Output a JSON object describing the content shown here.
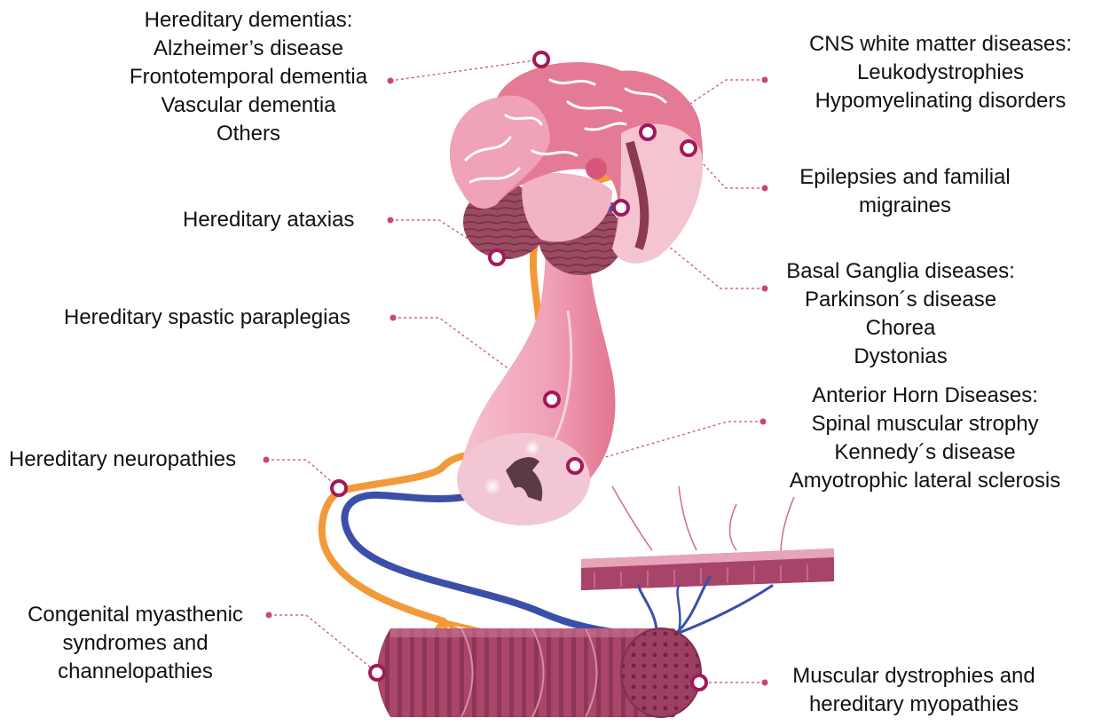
{
  "colors": {
    "brain_base": "#e57a95",
    "brain_dark": "#a84a66",
    "brain_light": "#f3b1c2",
    "cerebellum": "#9b4a62",
    "spinal_cord": "#f0a5b9",
    "grey_matter": "#5b3a45",
    "motor_nerve": "#3c4fa8",
    "sensory_nerve": "#f29a3a",
    "muscle": "#a9466a",
    "muscle_dark": "#7e2f4f",
    "skin": "#c4587c",
    "marker_ring": "#a3185a",
    "connector": "#c9457a"
  },
  "labels": {
    "dementias": {
      "lines": [
        "Hereditary dementias:",
        "Alzheimer’s disease",
        "Frontotemporal dementia",
        "Vascular dementia",
        "Others"
      ]
    },
    "ataxias": {
      "lines": [
        "Hereditary ataxias"
      ]
    },
    "spastic": {
      "lines": [
        "Hereditary spastic paraplegias"
      ]
    },
    "neuropathies": {
      "lines": [
        "Hereditary neuropathies"
      ]
    },
    "myasthenic": {
      "lines": [
        "Congenital myasthenic",
        "syndromes and",
        "channelopathies"
      ]
    },
    "white_matter": {
      "lines": [
        "CNS white matter diseases:",
        "Leukodystrophies",
        "Hypomyelinating disorders"
      ]
    },
    "epilepsies": {
      "lines": [
        "Epilepsies and familial",
        "migraines"
      ]
    },
    "basal": {
      "lines": [
        "Basal Ganglia diseases:",
        "Parkinson´s disease",
        "Chorea",
        "Dystonias"
      ]
    },
    "anterior": {
      "lines": [
        "Anterior Horn Diseases:",
        "Spinal muscular strophy",
        "Kennedy´s disease",
        "Amyotrophic lateral sclerosis"
      ]
    },
    "muscular": {
      "lines": [
        "Muscular dystrophies and",
        "hereditary myopathies"
      ]
    }
  }
}
